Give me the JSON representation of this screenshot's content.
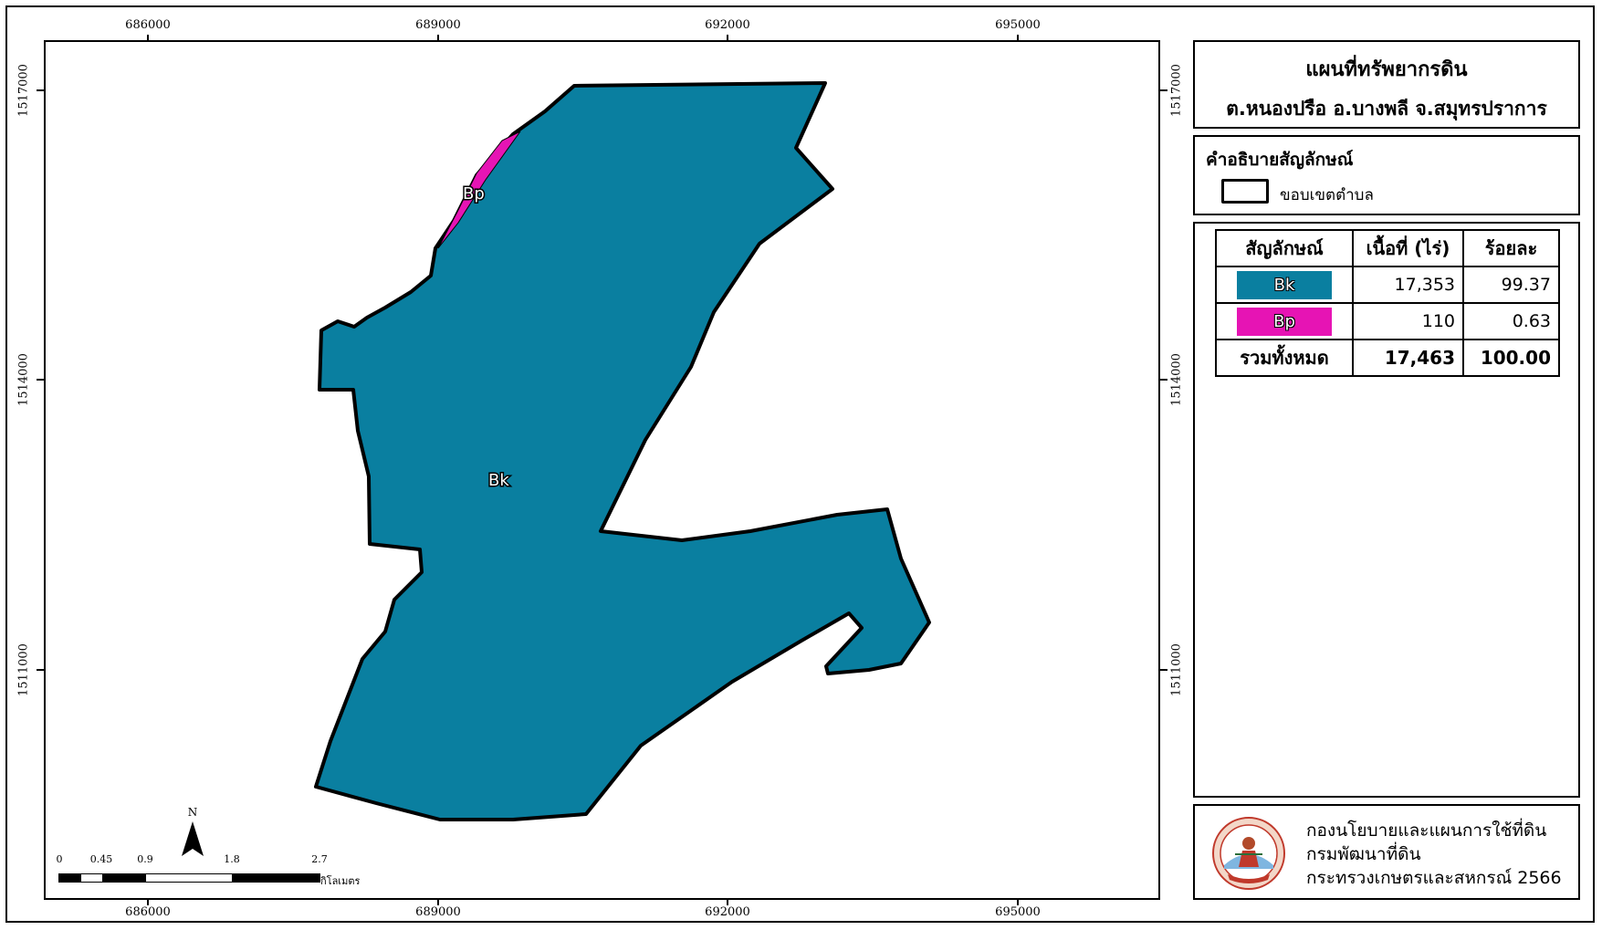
{
  "map": {
    "x_ticks": [
      "686000",
      "689000",
      "692000",
      "695000"
    ],
    "y_ticks": [
      "1517000",
      "1514000",
      "1511000"
    ],
    "unit_labels": [
      {
        "code": "Bk",
        "color": "#0a7fa0"
      },
      {
        "code": "Bp",
        "color": "#e614b4"
      }
    ],
    "boundary_color": "#000000"
  },
  "title": {
    "line1": "แผนที่ทรัพยากรดิน",
    "line2": "ต.หนองปรือ อ.บางพลี จ.สมุทรปราการ"
  },
  "legend": {
    "heading": "คำอธิบายสัญลักษณ์",
    "boundary_label": "ขอบเขตตำบล"
  },
  "table": {
    "headers": [
      "สัญลักษณ์",
      "เนื้อที่ (ไร่)",
      "ร้อยละ"
    ],
    "rows": [
      {
        "symbol": "Bk",
        "color": "#0a7fa0",
        "area": "17,353",
        "percent": "99.37"
      },
      {
        "symbol": "Bp",
        "color": "#e614b4",
        "area": "110",
        "percent": "0.63"
      }
    ],
    "total": {
      "label": "รวมทั้งหมด",
      "area": "17,463",
      "percent": "100.00"
    }
  },
  "credit": {
    "line1": "กองนโยบายและแผนการใช้ที่ดิน",
    "line2": "กรมพัฒนาที่ดิน",
    "line3": "กระทรวงเกษตรและสหกรณ์ 2566"
  },
  "north_arrow": {
    "label": "N"
  },
  "scale_bar": {
    "ticks": [
      "0",
      "0.45",
      "0.9",
      "1.8",
      "2.7"
    ],
    "unit": "กิโลเมตร"
  }
}
